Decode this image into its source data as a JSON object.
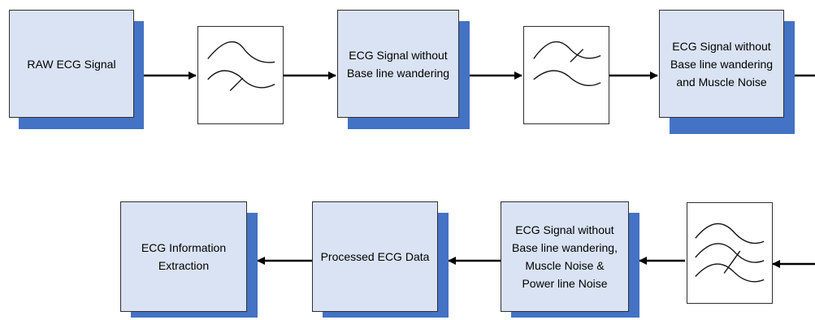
{
  "diagram": {
    "row1": {
      "raw_signal": "RAW ECG Signal",
      "no_baseline": "ECG Signal without\nBase line wandering",
      "no_baseline_muscle": "ECG Signal without\nBase line wandering\nand Muscle Noise"
    },
    "row2": {
      "no_all_noise": "ECG Signal without\nBase line wandering,\nMuscle Noise &\nPower line Noise",
      "processed": "Processed ECG Data",
      "extraction": "ECG Information\nExtraction"
    },
    "filters": [
      {
        "type": "high-pass",
        "icon": "high-pass-filter-icon"
      },
      {
        "type": "low-pass",
        "icon": "low-pass-filter-icon"
      },
      {
        "type": "band-stop",
        "icon": "notch-filter-icon"
      }
    ]
  }
}
